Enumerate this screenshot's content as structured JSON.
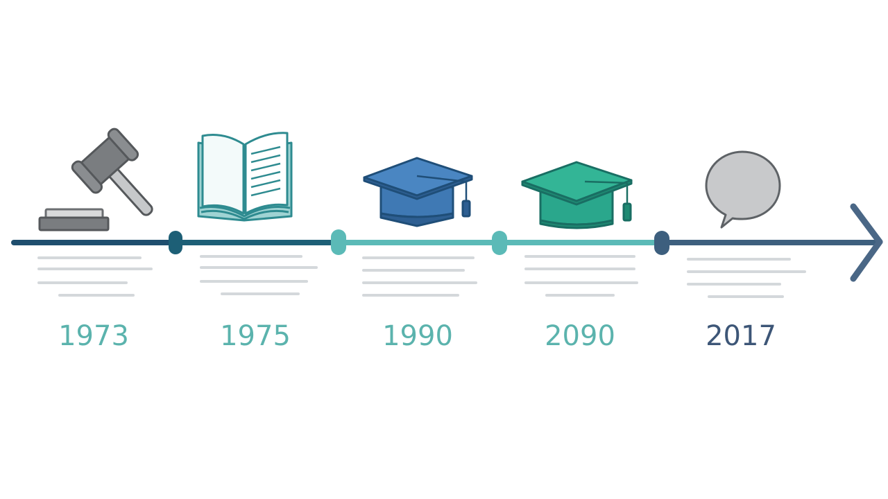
{
  "timeline": {
    "colors": {
      "navy": "#1f4e6e",
      "dark_teal": "#1d5f76",
      "teal": "#5bbab7",
      "slate": "#3d5f7e",
      "gray_icon": "#7a7d80",
      "blue_cap": "#3f79b4",
      "green_cap": "#2aa78c",
      "book_teal": "#3e9fa3",
      "bubble_gray": "#c8c9cb"
    },
    "milestones": [
      {
        "year": "1973",
        "icon": "gavel-icon",
        "year_color": "#5bb3ad"
      },
      {
        "year": "1975",
        "icon": "open-book-icon",
        "year_color": "#5bb3ad"
      },
      {
        "year": "1990",
        "icon": "graduation-cap-blue-icon",
        "year_color": "#5bb3ad"
      },
      {
        "year": "2090",
        "icon": "graduation-cap-green-icon",
        "year_color": "#5bb3ad"
      },
      {
        "year": "2017",
        "icon": "speech-bubble-icon",
        "year_color": "#3d5677"
      }
    ],
    "end_marker": "arrow-head-icon"
  }
}
